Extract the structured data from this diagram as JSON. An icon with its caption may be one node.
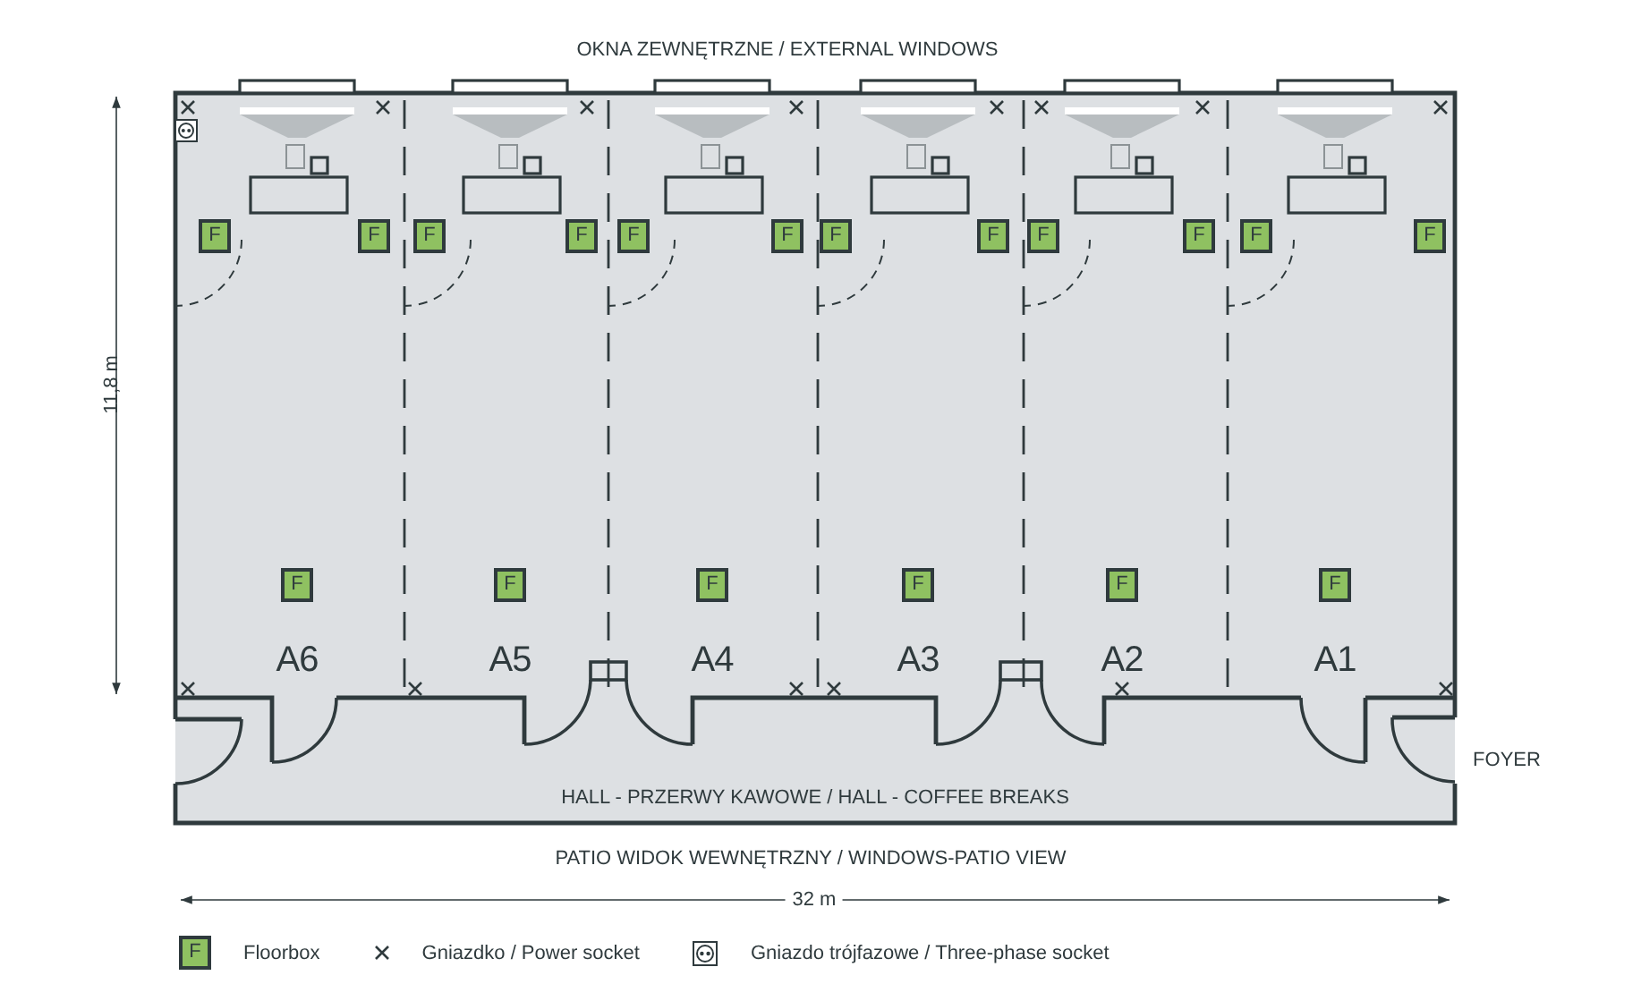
{
  "diagram": {
    "title": "OKNA ZEWNĘTRZNE / EXTERNAL WINDOWS",
    "nodes": [
      {
        "text": [
          "A6"
        ]
      },
      {
        "text": [
          "F"
        ],
        "in": 0
      },
      {
        "text": [
          "F"
        ],
        "in": 0
      },
      {
        "text": [
          "F"
        ],
        "in": 0
      },
      {
        "text": [
          "A5"
        ]
      },
      {
        "text": [
          "F"
        ],
        "in": 4
      },
      {
        "text": [
          "F"
        ],
        "in": 4
      },
      {
        "text": [
          "F"
        ],
        "in": 4
      },
      {
        "text": [
          "A4"
        ]
      },
      {
        "text": [
          "F"
        ],
        "in": 8
      },
      {
        "text": [
          "F"
        ],
        "in": 8
      },
      {
        "text": [
          "F"
        ],
        "in": 8
      },
      {
        "text": [
          "A3"
        ]
      },
      {
        "text": [
          "F"
        ],
        "in": 12
      },
      {
        "text": [
          "F"
        ],
        "in": 12
      },
      {
        "text": [
          "F"
        ],
        "in": 12
      },
      {
        "text": [
          "A2"
        ]
      },
      {
        "text": [
          "F"
        ],
        "in": 16
      },
      {
        "text": [
          "F"
        ],
        "in": 16
      },
      {
        "text": [
          "F"
        ],
        "in": 16
      },
      {
        "text": [
          "A1"
        ]
      },
      {
        "text": [
          "F"
        ],
        "in": 20
      },
      {
        "text": [
          "F"
        ],
        "in": 20
      },
      {
        "text": [
          "F"
        ],
        "in": 20
      },
      {
        "text": [
          "HALL - PRZERWY KAWOWE / HALL - COFFEE BREAKS"
        ]
      }
    ],
    "labels": [
      "11,8 m",
      "FOYER",
      "PATIO WIDOK WEWNĘTRZNY / WINDOWS-PATIO VIEW",
      "32 m",
      "F"
    ],
    "legend": [
      {
        "text": "Floorbox"
      },
      {
        "text": "Gniazdko / Power socket"
      },
      {
        "text": "Gniazdo trójfazowe / Three-phase socket"
      }
    ]
  }
}
